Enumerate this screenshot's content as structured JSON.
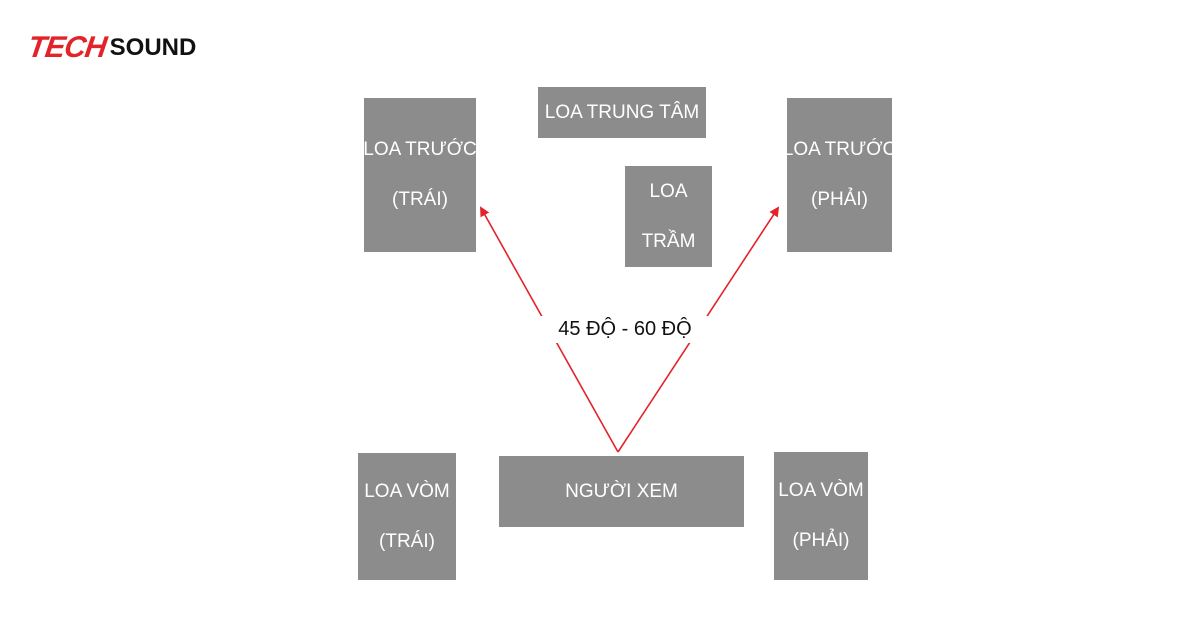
{
  "logo": {
    "part1": "TECH",
    "part2": "SOUND"
  },
  "boxes": {
    "front_left": {
      "line1": "LOA TRƯỚC",
      "line2": "(TRÁI)"
    },
    "center": {
      "line1": "LOA TRUNG TÂM"
    },
    "subwoofer": {
      "line1": "LOA",
      "line2": "TRẦM"
    },
    "front_right": {
      "line1": "LOA TRƯỚC",
      "line2": "(PHẢI)"
    },
    "surround_left": {
      "line1": "LOA VÒM",
      "line2": "(TRÁI)"
    },
    "viewer": {
      "line1": "NGƯỜI XEM"
    },
    "surround_right": {
      "line1": "LOA VÒM",
      "line2": "(PHẢI)"
    }
  },
  "angle": {
    "label": "45 ĐỘ - 60 ĐỘ"
  },
  "colors": {
    "box": "#8c8c8c",
    "arrow": "#e2232a",
    "brand": "#e2232a"
  }
}
